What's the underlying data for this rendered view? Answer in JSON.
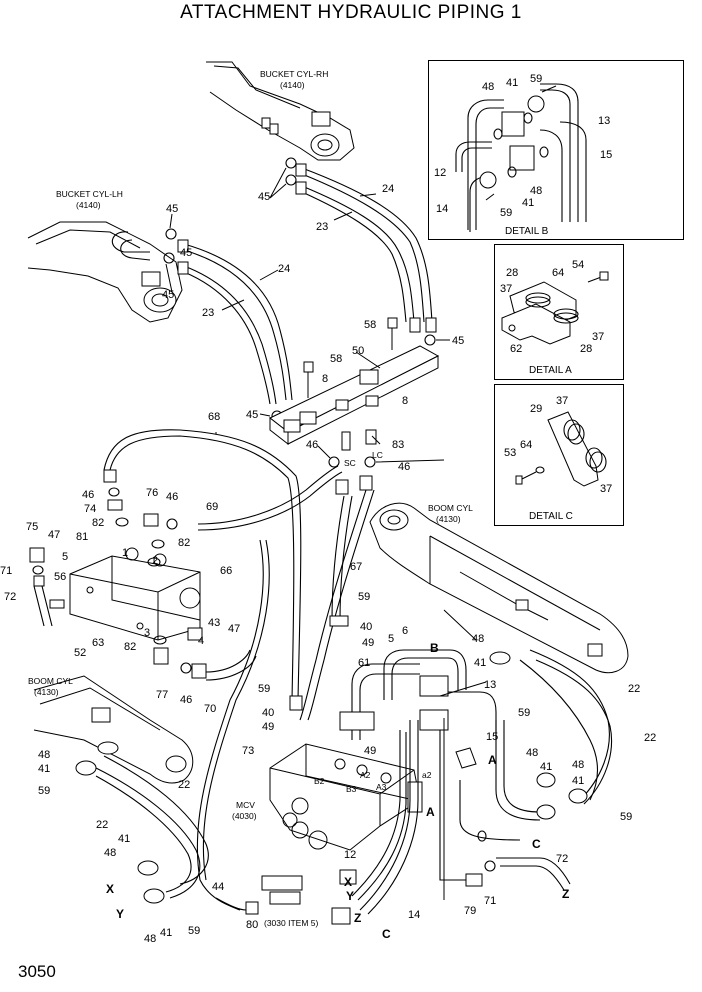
{
  "title": "ATTACHMENT HYDRAULIC PIPING 1",
  "page_number": "3050",
  "detail_boxes": [
    {
      "caption": "DETAIL B"
    },
    {
      "caption": "DETAIL A"
    },
    {
      "caption": "DETAIL C"
    }
  ],
  "captions": {
    "bucket_rh": "BUCKET CYL-RH",
    "bucket_rh_ref": "(4140)",
    "bucket_lh": "BUCKET CYL-LH",
    "bucket_lh_ref": "(4140)",
    "boom_right": "BOOM CYL",
    "boom_right_ref": "(4130)",
    "boom_left": "BOOM CYL",
    "boom_left_ref": "(4130)",
    "mcv": "MCV",
    "mcv_ref": "(4030)",
    "item5": "(3030 ITEM 5)"
  },
  "part_labels": [
    {
      "t": "45"
    },
    {
      "t": "45"
    },
    {
      "t": "24"
    },
    {
      "t": "23"
    },
    {
      "t": "45"
    },
    {
      "t": "24"
    },
    {
      "t": "45"
    },
    {
      "t": "23"
    },
    {
      "t": "58"
    },
    {
      "t": "45"
    },
    {
      "t": "50"
    },
    {
      "t": "58"
    },
    {
      "t": "8"
    },
    {
      "t": "8"
    },
    {
      "t": "45"
    },
    {
      "t": "68"
    },
    {
      "t": "46"
    },
    {
      "t": "83"
    },
    {
      "t": "SC"
    },
    {
      "t": "LC"
    },
    {
      "t": "46"
    },
    {
      "t": "46"
    },
    {
      "t": "76"
    },
    {
      "t": "46"
    },
    {
      "t": "74"
    },
    {
      "t": "69"
    },
    {
      "t": "82"
    },
    {
      "t": "75"
    },
    {
      "t": "47"
    },
    {
      "t": "81"
    },
    {
      "t": "5"
    },
    {
      "t": "1"
    },
    {
      "t": "82"
    },
    {
      "t": "2"
    },
    {
      "t": "71"
    },
    {
      "t": "56"
    },
    {
      "t": "66"
    },
    {
      "t": "72"
    },
    {
      "t": "67"
    },
    {
      "t": "59"
    },
    {
      "t": "63"
    },
    {
      "t": "40"
    },
    {
      "t": "3"
    },
    {
      "t": "43"
    },
    {
      "t": "47"
    },
    {
      "t": "4"
    },
    {
      "t": "52"
    },
    {
      "t": "82"
    },
    {
      "t": "49"
    },
    {
      "t": "5"
    },
    {
      "t": "6"
    },
    {
      "t": "48"
    },
    {
      "t": "B"
    },
    {
      "t": "61"
    },
    {
      "t": "77"
    },
    {
      "t": "46"
    },
    {
      "t": "70"
    },
    {
      "t": "41"
    },
    {
      "t": "13"
    },
    {
      "t": "22"
    },
    {
      "t": "59"
    },
    {
      "t": "59"
    },
    {
      "t": "40"
    },
    {
      "t": "49"
    },
    {
      "t": "49"
    },
    {
      "t": "15"
    },
    {
      "t": "22"
    },
    {
      "t": "73"
    },
    {
      "t": "B2"
    },
    {
      "t": "A2"
    },
    {
      "t": "B3"
    },
    {
      "t": "A3"
    },
    {
      "t": "a2"
    },
    {
      "t": "48"
    },
    {
      "t": "41"
    },
    {
      "t": "A"
    },
    {
      "t": "48"
    },
    {
      "t": "41"
    },
    {
      "t": "59"
    },
    {
      "t": "22"
    },
    {
      "t": "A"
    },
    {
      "t": "48"
    },
    {
      "t": "41"
    },
    {
      "t": "59"
    },
    {
      "t": "22"
    },
    {
      "t": "12"
    },
    {
      "t": "C"
    },
    {
      "t": "72"
    },
    {
      "t": "41"
    },
    {
      "t": "48"
    },
    {
      "t": "X"
    },
    {
      "t": "44"
    },
    {
      "t": "X"
    },
    {
      "t": "Z"
    },
    {
      "t": "79"
    },
    {
      "t": "71"
    },
    {
      "t": "Y"
    },
    {
      "t": "48"
    },
    {
      "t": "41"
    },
    {
      "t": "59"
    },
    {
      "t": "80"
    },
    {
      "t": "Y"
    },
    {
      "t": "14"
    },
    {
      "t": "C"
    },
    {
      "t": "Z"
    },
    {
      "t": "59"
    },
    {
      "t": "41"
    },
    {
      "t": "48"
    },
    {
      "t": "13"
    },
    {
      "t": "12"
    },
    {
      "t": "15"
    },
    {
      "t": "48"
    },
    {
      "t": "14"
    },
    {
      "t": "59"
    },
    {
      "t": "41"
    },
    {
      "t": "54"
    },
    {
      "t": "28"
    },
    {
      "t": "64"
    },
    {
      "t": "37"
    },
    {
      "t": "37"
    },
    {
      "t": "62"
    },
    {
      "t": "28"
    },
    {
      "t": "29"
    },
    {
      "t": "37"
    },
    {
      "t": "53"
    },
    {
      "t": "64"
    },
    {
      "t": "37"
    }
  ]
}
